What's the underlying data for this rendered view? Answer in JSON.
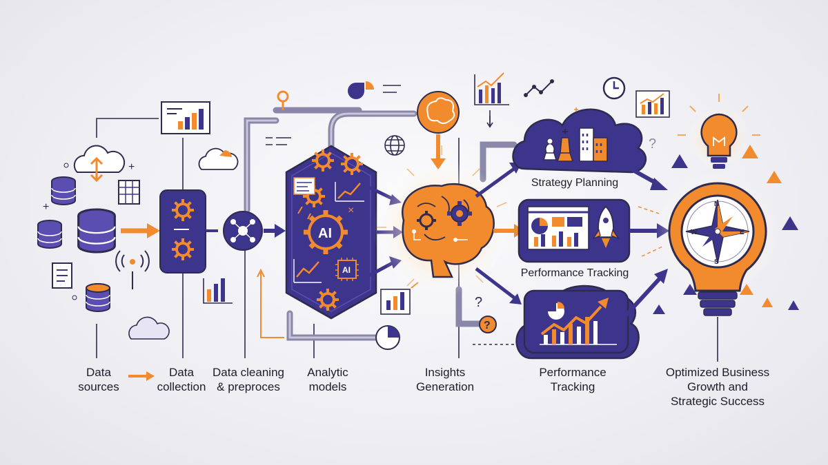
{
  "colors": {
    "primary": "#3d348b",
    "primary_light": "#5a4fb0",
    "accent": "#f28a2e",
    "accent_dark": "#d9691a",
    "line": "#2f2b4f",
    "pipe": "#8b87a8",
    "background": "#eeeef3"
  },
  "stages": [
    {
      "label_line1": "Data",
      "label_line2": "sources"
    },
    {
      "label_line1": "Data",
      "label_line2": "collection"
    },
    {
      "label_line1": "Data cleaning",
      "label_line2": "& preproces"
    },
    {
      "label_line1": "Analytic",
      "label_line2": "models"
    },
    {
      "label_line1": "Insights",
      "label_line2": "Generation"
    },
    {
      "label_line1": "Performance",
      "label_line2": "Tracking"
    },
    {
      "label_line1": "Optimized Business",
      "label_line2": "Growth and",
      "label_line3": "Strategic Success"
    }
  ],
  "panels": {
    "strategy": "Strategy Planning",
    "tracking": "Performance Tracking"
  },
  "badges": {
    "ai_main": "AI",
    "ai_chip": "AI"
  },
  "compass": {
    "n": "N",
    "s": "S",
    "e": "E",
    "w": "W"
  },
  "icons": {
    "database": "database-icon",
    "cloud": "cloud-icon",
    "gear": "gear-icon",
    "brain": "brain-icon",
    "globe": "globe-icon",
    "compass": "compass-icon",
    "lightbulb": "lightbulb-icon",
    "rocket": "rocket-icon",
    "chess": "chess-icon",
    "clock": "clock-icon"
  }
}
